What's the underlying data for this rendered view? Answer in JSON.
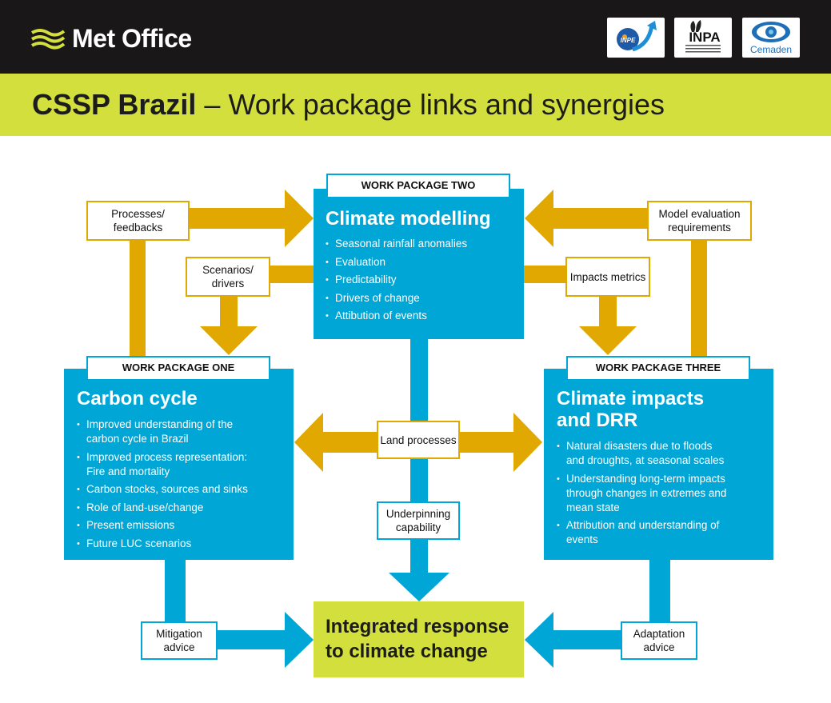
{
  "header": {
    "brand": "Met Office",
    "partners": [
      {
        "name": "INPE",
        "icon": "inpe-logo"
      },
      {
        "name": "INPA",
        "icon": "inpa-logo"
      },
      {
        "name": "Cemaden",
        "icon": "cemaden-logo"
      }
    ]
  },
  "title": {
    "bold": "CSSP Brazil",
    "separator": " – ",
    "rest": "Work package links and synergies"
  },
  "colors": {
    "black": "#1a1718",
    "lime": "#d2df3c",
    "blue": "#00a6d6",
    "gold": "#e0a800"
  },
  "wp2": {
    "label": "WORK PACKAGE TWO",
    "title": "Climate modelling",
    "items": [
      "Seasonal rainfall anomalies",
      "Evaluation",
      "Predictability",
      "Drivers of change",
      "Attibution of events"
    ]
  },
  "wp1": {
    "label": "WORK PACKAGE ONE",
    "title": "Carbon cycle",
    "items": [
      "Improved understanding of the carbon cycle in Brazil",
      "Improved process representation: Fire and mortality",
      "Carbon stocks, sources and sinks",
      "Role of land-use/change",
      "Present emissions",
      "Future LUC scenarios"
    ]
  },
  "wp3": {
    "label": "WORK PACKAGE THREE",
    "title": "Climate impacts and DRR",
    "items": [
      "Natural disasters due to floods and droughts, at seasonal scales",
      "Understanding long-term impacts through changes in extremes and mean state",
      "Attribution and understanding of events"
    ]
  },
  "links": {
    "processes": "Processes/ feedbacks",
    "scenarios": "Scenarios/ drivers",
    "model_eval": "Model evaluation requirements",
    "impacts": "Impacts metrics",
    "land": "Land processes",
    "underpinning": "Underpinning capability",
    "mitigation": "Mitigation advice",
    "adaptation": "Adaptation advice"
  },
  "final": {
    "title": "Integrated response to climate change"
  }
}
